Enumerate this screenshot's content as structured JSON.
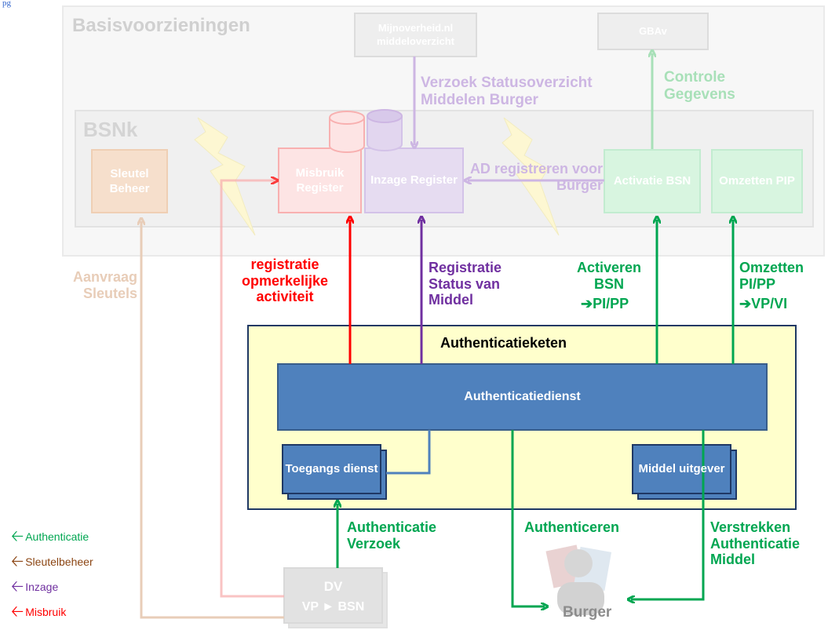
{
  "page_label": "pg",
  "basis": {
    "title": "Basisvoorzieningen",
    "mijnoverheid": "Mijnoverheid.nl middeloverzicht",
    "gbav": "GBAv",
    "verzoek": "Verzoek Statusoverzicht Middelen Burger",
    "controle": "Controle Gegevens"
  },
  "bsnk": {
    "title": "BSNk",
    "sleutel": "Sleutel Beheer",
    "misbruik": "Misbruik Register",
    "inzage": "Inzage Register",
    "ad_registreren": "AD registreren voor Burger",
    "activatie": "Activatie BSN",
    "omzetten": "Omzetten PIP"
  },
  "flows": {
    "aanvraag_sleutels": "Aanvraag Sleutels",
    "registratie_opmerkelijk": "registratie opmerkelijke activiteit",
    "registratie_status": "Registratie Status van Middel",
    "activeren_bsn": "Activeren BSN",
    "activeren_bsn_sub": "➔PI/PP",
    "omzetten_pipp": "Omzetten PI/PP",
    "omzetten_pipp_sub": "➔VP/VI",
    "authenticatie_verzoek": "Authenticatie Verzoek",
    "authenticeren": "Authenticeren",
    "verstrekken": "Verstrekken Authenticatie Middel"
  },
  "keten": {
    "title": "Authenticatieketen",
    "dienst": "Authenticatiedienst",
    "toegang": "Toegangs dienst",
    "middel": "Middel uitgever"
  },
  "dv": {
    "line1": "DV",
    "line2": "VP ► BSN"
  },
  "burger": "Burger",
  "legend": [
    {
      "label": "Authenticatie",
      "color": "#00a651"
    },
    {
      "label": "Sleutelbeheer",
      "color": "#8b4513"
    },
    {
      "label": "Inzage",
      "color": "#7030a0"
    },
    {
      "label": "Misbruik",
      "color": "#ff0000"
    }
  ],
  "colors": {
    "green": "#00a651",
    "red": "#ff0000",
    "purple": "#7030a0",
    "brown": "#8b4513",
    "blue": "#4f81bd",
    "keten_bg": "#ffffcc"
  }
}
